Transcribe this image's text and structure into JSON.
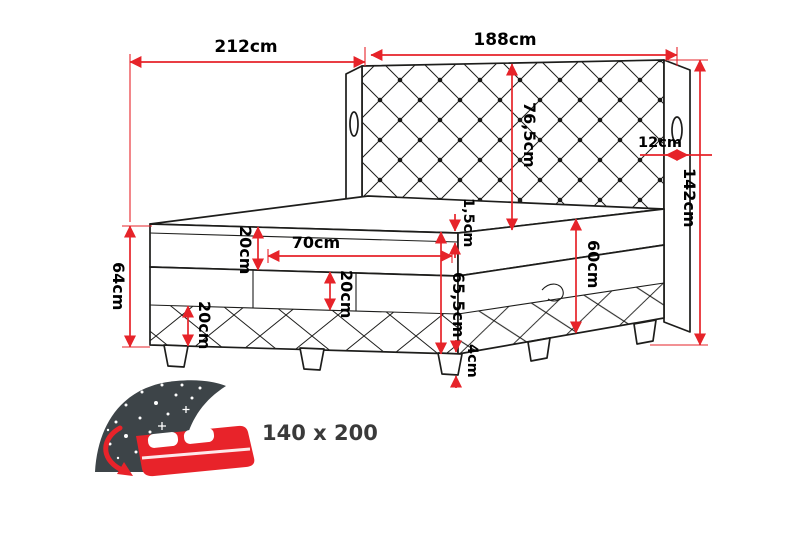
{
  "diagram": {
    "colors": {
      "accent": "#e62329",
      "line": "#1d1d1b",
      "icon_dark": "#3d4448",
      "icon_red": "#e8232a",
      "size_text": "#3a3a3a"
    },
    "labels": {
      "total_depth": "212cm",
      "headboard_width": "188cm",
      "headboard_height": "76,5cm",
      "wing_width": "12cm",
      "total_height": "142cm",
      "foot_end_height": "64cm",
      "mattress_thickness": "20cm",
      "seat_depth": "70cm",
      "topper_thickness": "1,5cm",
      "upper_base_thickness": "20cm",
      "side_height": "60cm",
      "front_height": "65,5cm",
      "lower_base_thickness": "20cm",
      "leg_height": "4cm"
    },
    "size_badge": {
      "icon": "bed-icon",
      "text": "140 x 200"
    }
  }
}
